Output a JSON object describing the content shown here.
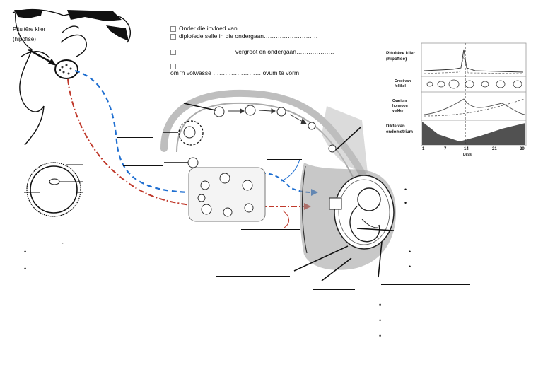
{
  "pituitary": {
    "line1": "Pituitêre klier",
    "line2": "(hipofise)"
  },
  "statements": [
    "Onder die invloed van……………………………",
    "diploïede selle in die ondergaan………………………",
    "vergroot en ondergaan……………….",
    "om 'n volwasse …………………….ovum te vorm"
  ],
  "chart": {
    "rows": [
      {
        "label1": "Pituitêre klier",
        "label2": "(hipofise)"
      },
      {
        "label1": "Groei van",
        "label2": "follikel"
      },
      {
        "label1": "Ovarium",
        "label2": "hormoon",
        "label3": "vlakke"
      },
      {
        "label1": "Dikte van",
        "label2": "endometrium"
      }
    ],
    "ticks": [
      "1",
      "7",
      "14",
      "21",
      "29"
    ],
    "xlabel": "Days"
  },
  "bullets": {
    "left": [
      "•",
      "•"
    ],
    "right_mid": [
      "•",
      "•"
    ],
    "right_lower": [
      "•",
      "•"
    ],
    "bottom": [
      "•",
      "•",
      "•"
    ]
  },
  "colors": {
    "blue_path": "#1f6fd1",
    "red_path": "#c0392b",
    "uterus_gray": "#8a8a8a"
  }
}
